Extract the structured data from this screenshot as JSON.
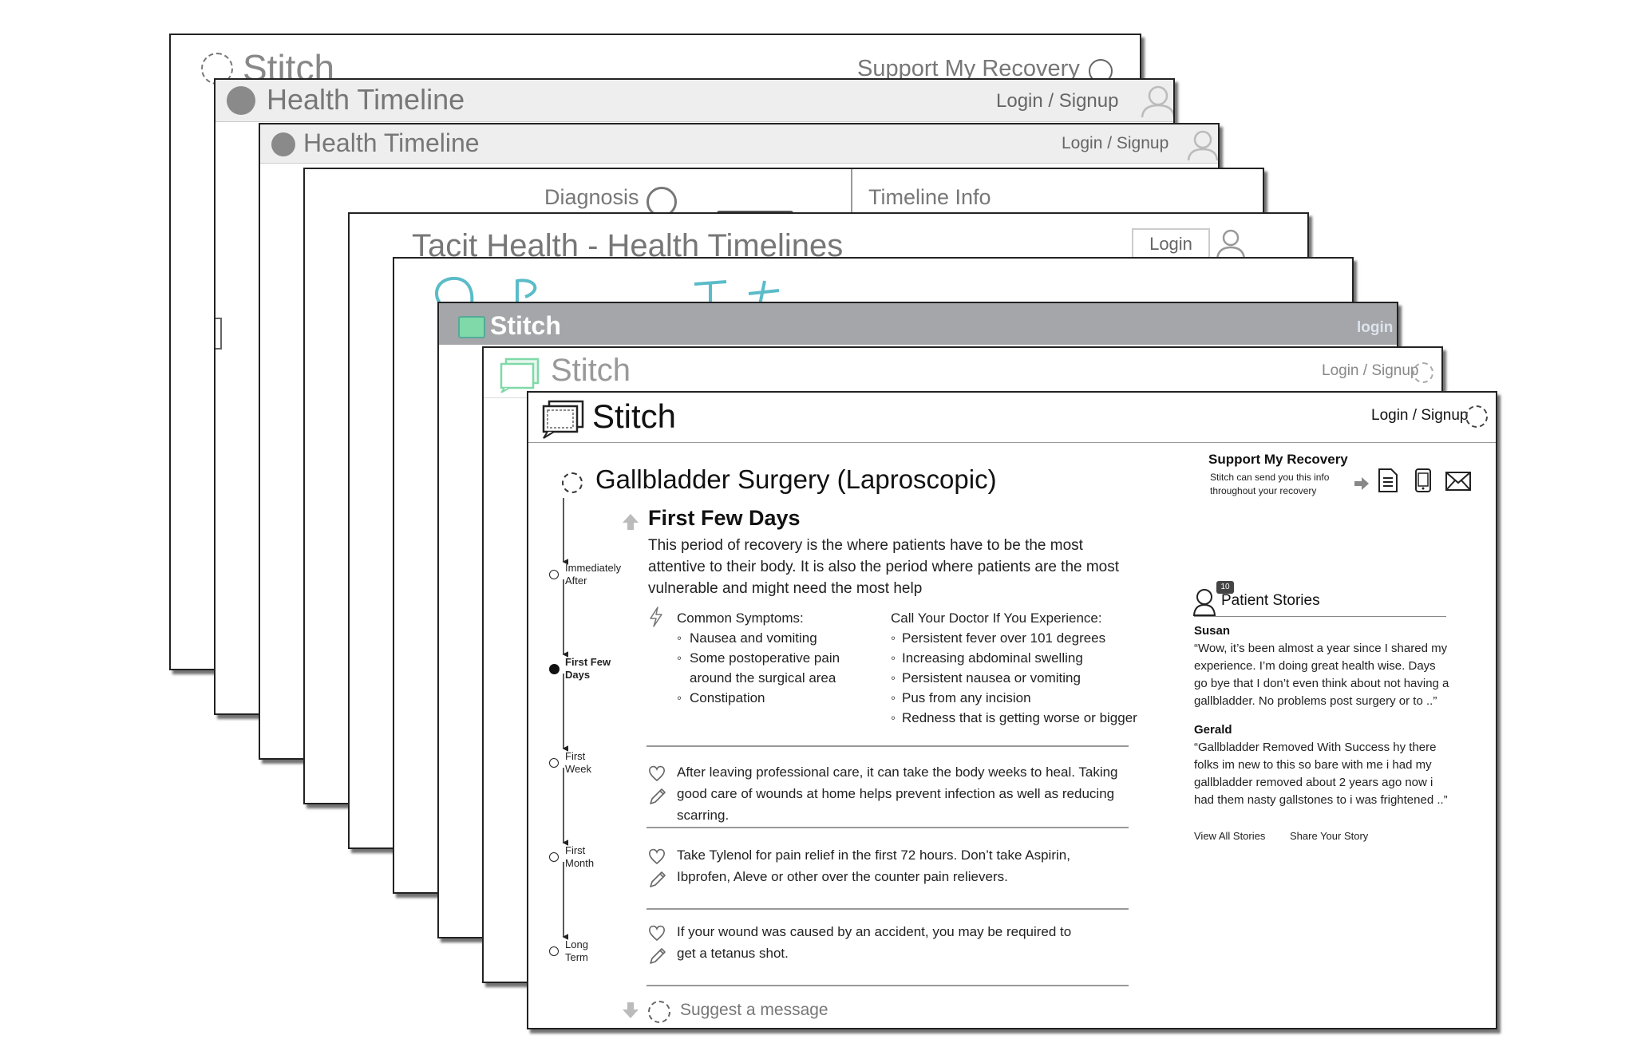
{
  "card1": {
    "brand": "Stitch",
    "support": "Support My Recovery"
  },
  "card2": {
    "title": "Health Timeline",
    "login": "Login / Signup"
  },
  "card3": {
    "title": "Health Timeline",
    "login": "Login / Signup"
  },
  "card4": {
    "diagnosis": "Diagnosis",
    "timeline_info": "Timeline Info"
  },
  "card5": {
    "title": "Tacit Health - Health Timelines",
    "login": "Login"
  },
  "card7": {
    "brand": "Stitch",
    "login": "login"
  },
  "card8": {
    "brand": "Stitch",
    "login": "Login / Signup"
  },
  "main": {
    "brand": "Stitch",
    "login": "Login / Signup",
    "procedure_title": "Gallbladder Surgery (Laproscopic)",
    "timeline": [
      {
        "label": "Immediately After",
        "active": false
      },
      {
        "label": "First Few Days",
        "active": true
      },
      {
        "label": "First Week",
        "active": false
      },
      {
        "label": "First Month",
        "active": false
      },
      {
        "label": "Long Term",
        "active": false
      }
    ],
    "section": {
      "title": "First Few Days",
      "description": "This period of recovery is the where patients have to be the most attentive to their body.  It is also the period where patients are the most vulnerable and might need the most help",
      "symptoms_heading": "Common Symptoms:",
      "symptoms": [
        "Nausea and vomiting",
        "Some postoperative pain around the surgical area",
        "Constipation"
      ],
      "doctor_heading": "Call Your Doctor If You Experience:",
      "doctor_items": [
        "Persistent fever over 101 degrees",
        "Increasing abdominal swelling",
        "Persistent nausea or vomiting",
        "Pus from any incision",
        "Redness that is getting worse or bigger"
      ]
    },
    "tips": [
      "After leaving professional care, it can take the body weeks to heal. Taking good care of wounds at home helps prevent infection as well as reducing scarring.",
      "Take Tylenol for pain relief in the first 72 hours. Don’t take Aspirin, Ibprofen, Aleve or other over the counter pain relievers.",
      "If your wound was caused by an accident, you may be required to get a tetanus shot."
    ],
    "suggest_placeholder": "Suggest a message",
    "support": {
      "title": "Support My Recovery",
      "subtitle": "Stitch can send you this info throughout your recovery"
    },
    "stories": {
      "badge": "10",
      "title": "Patient Stories",
      "items": [
        {
          "name": "Susan",
          "text": "“Wow, it’s been almost a year since I shared my experience. I’m doing great health wise. Days go bye that I don’t even think about not having a gallbladder. No problems post surgery or to ..”"
        },
        {
          "name": "Gerald",
          "text": "“Gallbladder Removed With Success hy there folks im new to this so bare with me i had my gallbladder removed about 2 years ago now i had them nasty gallstones to i was frightened ..”"
        }
      ],
      "view_all": "View All Stories",
      "share": "Share Your Story"
    }
  },
  "colors": {
    "accent_green": "#7fd9a8",
    "partial_blue": "#7aa6d6",
    "card7_header": "#a4a6a9",
    "doodle_teal": "#5bbcc8"
  },
  "icons": [
    "dashed-circle-icon",
    "user-icon",
    "chat-logo-icon",
    "arrow-up-icon",
    "arrow-down-icon",
    "lightning-icon",
    "heart-icon",
    "pencil-icon",
    "arrow-right-icon",
    "document-icon",
    "phone-icon",
    "mail-icon",
    "patient-icon"
  ]
}
